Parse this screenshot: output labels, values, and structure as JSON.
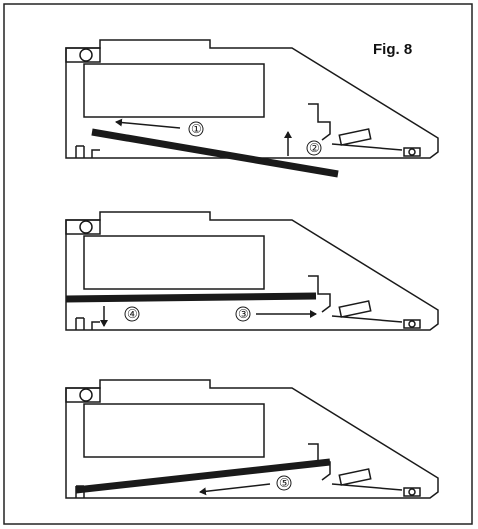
{
  "figure": {
    "label": "Fig. 8"
  },
  "panels": [
    {
      "name": "panel-1",
      "steps": [
        {
          "number": "①",
          "action": "arrow-left"
        },
        {
          "number": "②",
          "action": "arrow-up"
        }
      ]
    },
    {
      "name": "panel-2",
      "steps": [
        {
          "number": "④",
          "action": "arrow-down"
        },
        {
          "number": "③",
          "action": "arrow-right"
        }
      ]
    },
    {
      "name": "panel-3",
      "steps": [
        {
          "number": "⑤",
          "action": "arrow-left"
        }
      ]
    }
  ],
  "colors": {
    "line": "#1a1a1a",
    "bar": "#1a1a1a",
    "frame": "#222222"
  }
}
